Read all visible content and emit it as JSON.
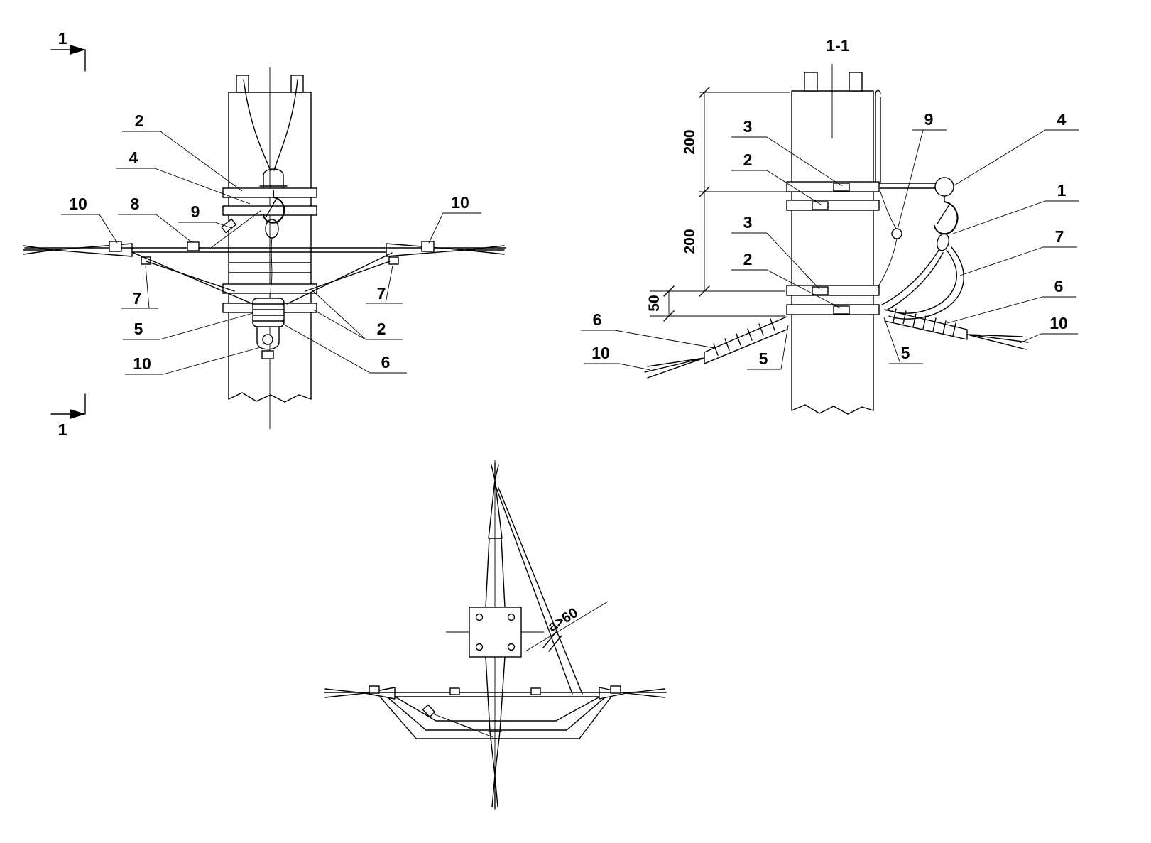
{
  "colors": {
    "background": "#ffffff",
    "line": "#000000"
  },
  "front": {
    "marker_top": "1",
    "marker_bottom": "1",
    "callouts": [
      "2",
      "4",
      "10",
      "8",
      "9",
      "10",
      "7",
      "7",
      "5",
      "2",
      "10",
      "6"
    ]
  },
  "section": {
    "title": "1-1",
    "dims": [
      "200",
      "200",
      "50"
    ],
    "callouts": [
      "3",
      "2",
      "9",
      "4",
      "1",
      "3",
      "7",
      "2",
      "6",
      "6",
      "10",
      "10",
      "5",
      "5"
    ]
  },
  "plan": {
    "angle_label": "a>60"
  }
}
